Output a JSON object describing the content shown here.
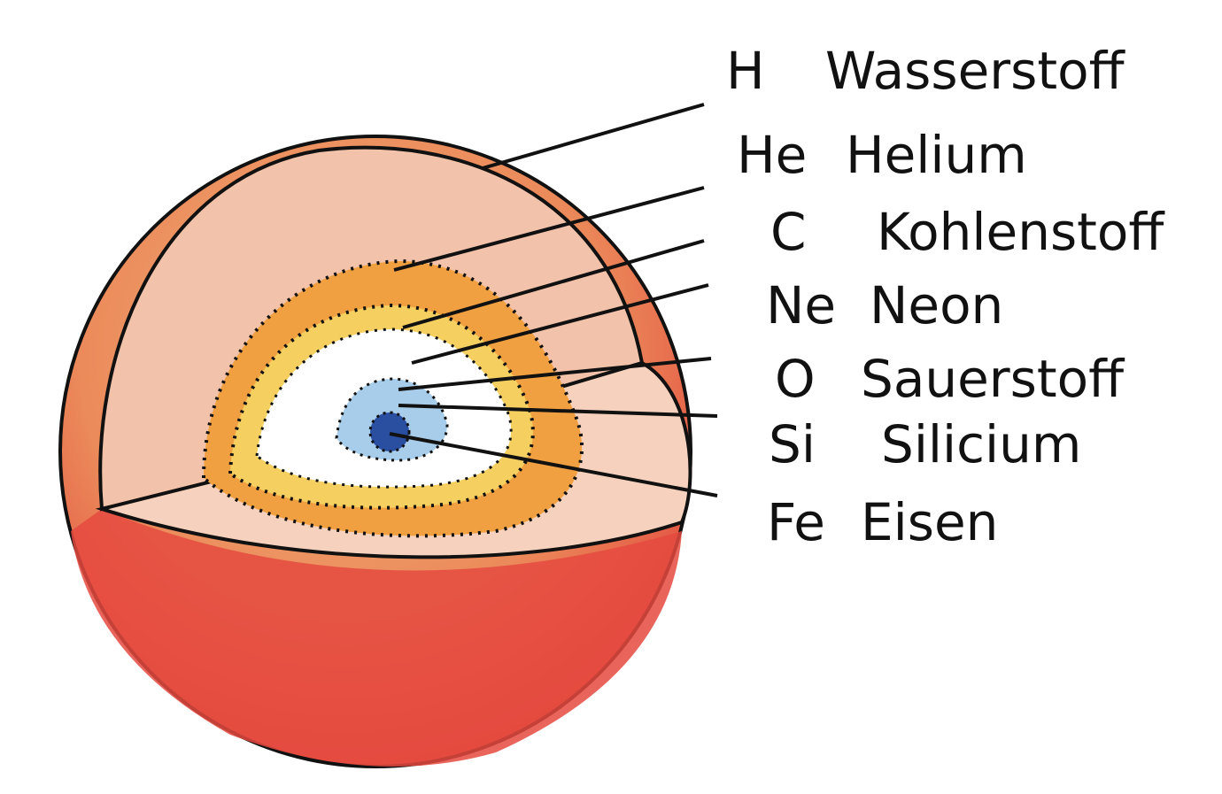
{
  "title": "Schalenaufbau eines massereichen Sterns",
  "layers": [
    {
      "symbol": "H",
      "name": "Wasserstoff",
      "color": "#f0a050"
    },
    {
      "symbol": "He",
      "name": "Helium",
      "color": "#eaa08a"
    },
    {
      "symbol": "C",
      "name": "Kohlenstoff",
      "color": "#f0a040"
    },
    {
      "symbol": "Ne",
      "name": "Neon",
      "color": "#f5d060"
    },
    {
      "symbol": "O",
      "name": "Sauerstoff",
      "color": "#ffffff"
    },
    {
      "symbol": "Si",
      "name": "Silicium",
      "color": "#8ab8e0"
    },
    {
      "symbol": "Fe",
      "name": "Eisen",
      "color": "#2a4fa0"
    }
  ]
}
